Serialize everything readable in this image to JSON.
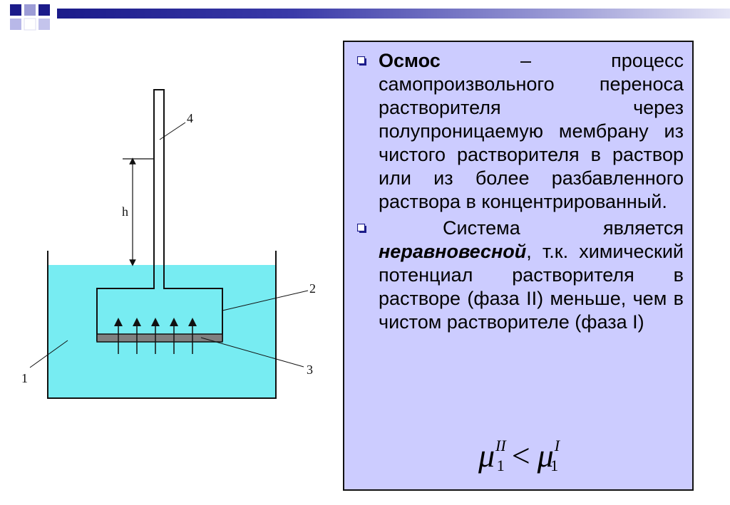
{
  "diagram": {
    "labels": {
      "vessel": "1",
      "inner_cell": "2",
      "membrane": "3",
      "tube": "4",
      "height": "h"
    },
    "colors": {
      "liquid": "#77ecf2",
      "membrane": "#808080",
      "outline": "#111111"
    }
  },
  "text_box": {
    "background": "#ccccff",
    "bullet1": {
      "term": "Осмос",
      "definition": " – процесс самопроизвольного переноса растворителя через полупроницаемую мембрану из чистого растворителя в раствор или из более разбавленного раствора в концентрированный."
    },
    "bullet2": {
      "intro": "Система является ",
      "emphasis": "неравновесной",
      "rest": ", т.к. химический потенциал растворителя в растворе (фаза II) меньше, чем в чистом растворителе (фаза I)"
    },
    "formula": {
      "symbol": "μ",
      "left_sup": "II",
      "left_sub": "1",
      "relation": "<",
      "right_sup": "I",
      "right_sub": "1"
    }
  }
}
